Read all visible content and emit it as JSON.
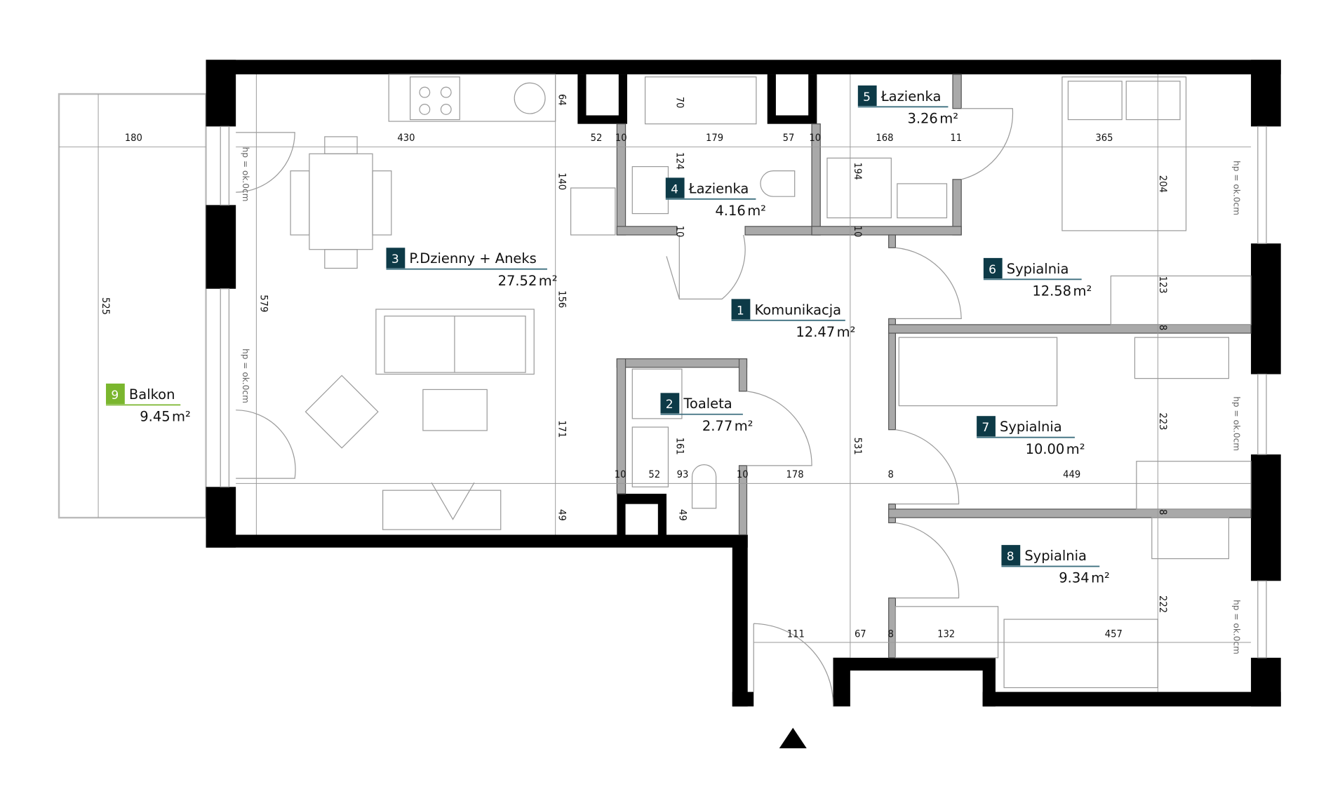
{
  "colors": {
    "badge": "#0d3a47",
    "badge_balcony": "#7ab62e",
    "underline": "#3f7080"
  },
  "rooms": [
    {
      "num": "1",
      "name": "Komunikacja",
      "area": "12.47",
      "unit": "m²"
    },
    {
      "num": "2",
      "name": "Toaleta",
      "area": "2.77",
      "unit": "m²"
    },
    {
      "num": "3",
      "name": "P.Dzienny + Aneks",
      "area": "27.52",
      "unit": "m²"
    },
    {
      "num": "4",
      "name": "Łazienka",
      "area": "4.16",
      "unit": "m²"
    },
    {
      "num": "5",
      "name": "Łazienka",
      "area": "3.26",
      "unit": "m²"
    },
    {
      "num": "6",
      "name": "Sypialnia",
      "area": "12.58",
      "unit": "m²"
    },
    {
      "num": "7",
      "name": "Sypialnia",
      "area": "10.00",
      "unit": "m²"
    },
    {
      "num": "8",
      "name": "Sypialnia",
      "area": "9.34",
      "unit": "m²"
    },
    {
      "num": "9",
      "name": "Balkon",
      "area": "9.45",
      "unit": "m²"
    }
  ],
  "window_height_label": "hp = ok.0cm",
  "dimensions": {
    "d180": "180",
    "d430": "430",
    "d52a": "52",
    "d10a": "10",
    "d179": "179",
    "d57": "57",
    "d10b": "10",
    "d168": "168",
    "d11": "11",
    "d365": "365",
    "d64": "64",
    "d70": "70",
    "d124": "124",
    "d140": "140",
    "d194": "194",
    "d204": "204",
    "d10c": "10",
    "d10d": "10",
    "d525": "525",
    "d579": "579",
    "d156": "156",
    "d123": "123",
    "d8a": "8",
    "d171": "171",
    "d161": "161",
    "d531": "531",
    "d223": "223",
    "d10e": "10",
    "d52b": "52",
    "d93": "93",
    "d10f": "10",
    "d178": "178",
    "d8b": "8",
    "d449": "449",
    "d8c": "8",
    "d49a": "49",
    "d49b": "49",
    "d222": "222",
    "d111": "111",
    "d67": "67",
    "d8d": "8",
    "d132": "132",
    "d457": "457"
  }
}
